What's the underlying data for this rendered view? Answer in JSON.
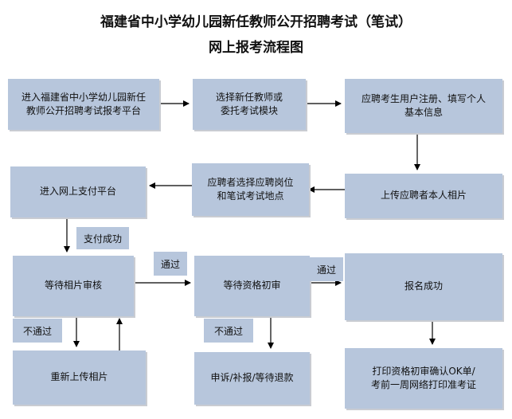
{
  "title": {
    "line1": "福建省中小学幼儿园新任教师公开招聘考试（笔试）",
    "line2": "网上报考流程图"
  },
  "nodes": {
    "enter_platform": "进入福建省中小学幼儿园新任\n教师公开招聘考试报考平台",
    "select_module": "选择新任教师或\n委托考试模块",
    "register": "应聘考生用户注册、填写个人\n基本信息",
    "upload_photo": "上传应聘者本人相片",
    "select_position": "应聘者选择应聘岗位\n和笔试考试地点",
    "enter_payment": "进入网上支付平台",
    "wait_photo_review": "等待相片审核",
    "wait_qualification": "等待资格初审",
    "signup_success": "报名成功",
    "reupload_photo": "重新上传相片",
    "appeal": "申诉/补报/等待退款",
    "print_ticket": "打印资格初审确认OK单/\n考前一周网络打印准考证"
  },
  "labels": {
    "pay_success": "支付成功",
    "pass_1": "通过",
    "pass_2": "通过",
    "fail_1": "不通过",
    "fail_2": "不通过"
  }
}
